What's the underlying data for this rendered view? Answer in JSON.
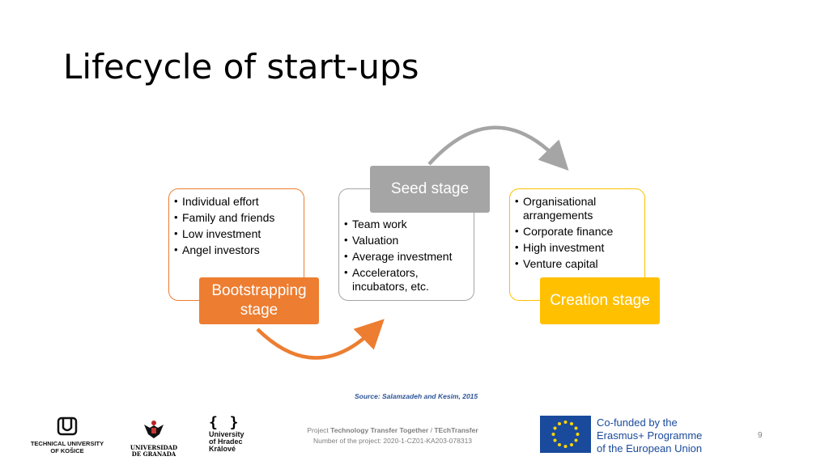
{
  "slide": {
    "title": "Lifecycle of start-ups",
    "page_number": "9"
  },
  "stages": [
    {
      "label": "Bootstrapping stage",
      "color": "#ed7d31",
      "items": [
        "Individual effort",
        "Family and friends",
        "Low investment",
        "Angel investors"
      ]
    },
    {
      "label": "Seed stage",
      "color": "#a5a5a5",
      "items": [
        "Team work",
        "Valuation",
        "Average investment",
        "Accelerators, incubators, etc."
      ]
    },
    {
      "label": "Creation stage",
      "color": "#ffc000",
      "items": [
        "Organisational arrangements",
        "Corporate finance",
        "High investment",
        "Venture capital"
      ]
    }
  ],
  "source": "Source: Salamzadeh and Kesim, 2015",
  "footer": {
    "project_prefix": "Project ",
    "project_name": "Technology Transfer Together",
    "separator": " / ",
    "project_acronym": "TEchTransfer",
    "project_number": "Number of the project: 2020-1-CZ01-KA203-078313"
  },
  "logos": {
    "tuke": "TECHNICAL UNIVERSITY OF KOŠICE",
    "ugr": "UNIVERSIDAD DE GRANADA",
    "uhk_line1": "University",
    "uhk_line2": "of Hradec",
    "uhk_line3": "Králové",
    "eu_line1": "Co-funded by the",
    "eu_line2": "Erasmus+ Programme",
    "eu_line3": "of the European Union"
  }
}
